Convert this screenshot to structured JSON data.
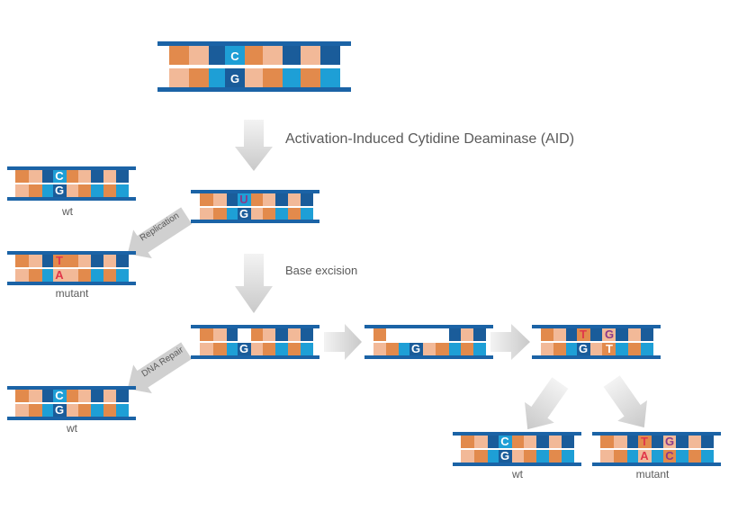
{
  "labels": {
    "aid": "Activation-Induced Cytidine Deaminase (AID)",
    "base_excision": "Base excision",
    "replication": "Replication",
    "dna_repair": "DNA Repair",
    "wt_top": "wt",
    "mutant_left": "mutant",
    "wt_left_bottom": "wt",
    "wt_bottom": "wt",
    "mutant_bottom": "mutant"
  },
  "strand_letters": {
    "dna_top": {
      "top": "C",
      "bottom": "G"
    },
    "dna_uracil": {
      "top": "U",
      "bottom": "G"
    },
    "wt_top": {
      "top": "C",
      "bottom": "G"
    },
    "mutant_left": {
      "top": "T",
      "bottom": "A"
    },
    "abasic": {
      "bottom": "G"
    },
    "gap": {
      "bottom": "G"
    },
    "resynth": {
      "top1": "T",
      "top2": "G",
      "bottom1": "G",
      "bottom2": "T"
    },
    "wt_left_bottom": {
      "top": "C",
      "bottom": "G"
    },
    "wt_bottom": {
      "top": "C",
      "bottom": "G"
    },
    "mutant_bottom": {
      "top1": "T",
      "top2": "G",
      "bottom1": "A",
      "bottom2": "C"
    }
  },
  "colors": {
    "backbone": "#1b63a6",
    "dark_blue": "#1a5c9a",
    "light_blue": "#1e9fd6",
    "orange": "#e28a4c",
    "peach": "#f2b998",
    "mutation_red": "#e0364a",
    "mutation_purple": "#8a3a8a",
    "arrow_gray": "#d6d6d6"
  }
}
